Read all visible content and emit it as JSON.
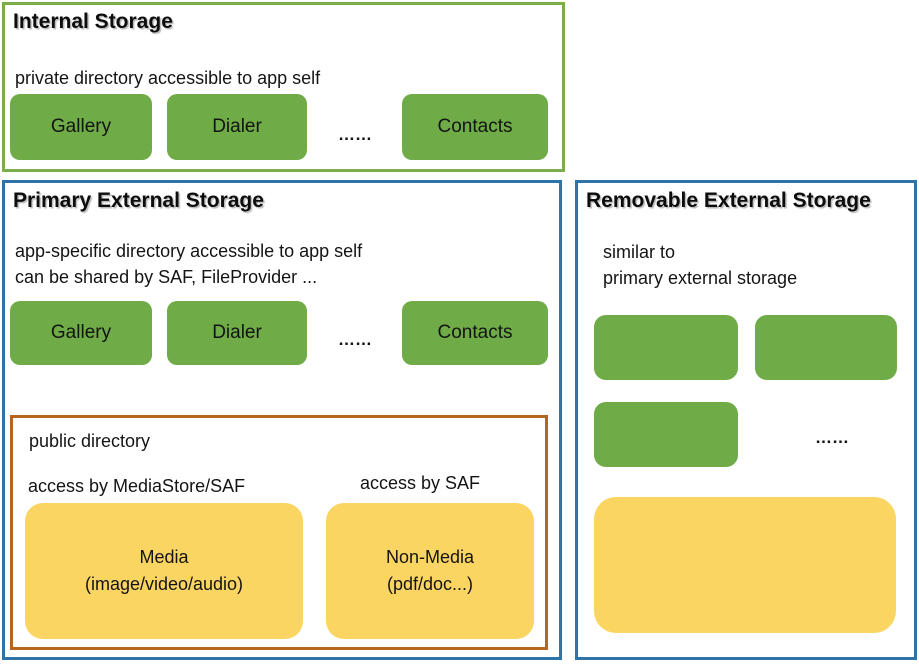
{
  "colors": {
    "green_fill": "#6FAC47",
    "green_border": "#7BAE4A",
    "blue_border": "#2E74A8",
    "orange_border": "#B5651D",
    "yellow_fill": "#FBD561"
  },
  "internal": {
    "title": "Internal Storage",
    "subtitle": "private directory accessible to app self",
    "apps": [
      "Gallery",
      "Dialer",
      "Contacts"
    ],
    "ellipsis": "……"
  },
  "primary": {
    "title": "Primary External Storage",
    "line1": "app-specific directory accessible to app self",
    "line2": "can be shared by SAF, FileProvider ...",
    "apps": [
      "Gallery",
      "Dialer",
      "Contacts"
    ],
    "ellipsis": "……",
    "public": {
      "title": "public directory",
      "media_caption": "access by MediaStore/SAF",
      "nonmedia_caption": "access by SAF",
      "media_line1": "Media",
      "media_line2": "(image/video/audio)",
      "nonmedia_line1": "Non-Media",
      "nonmedia_line2": "(pdf/doc...)"
    }
  },
  "removable": {
    "title": "Removable External Storage",
    "line1": "similar to",
    "line2": "primary external storage",
    "ellipsis": "……"
  }
}
